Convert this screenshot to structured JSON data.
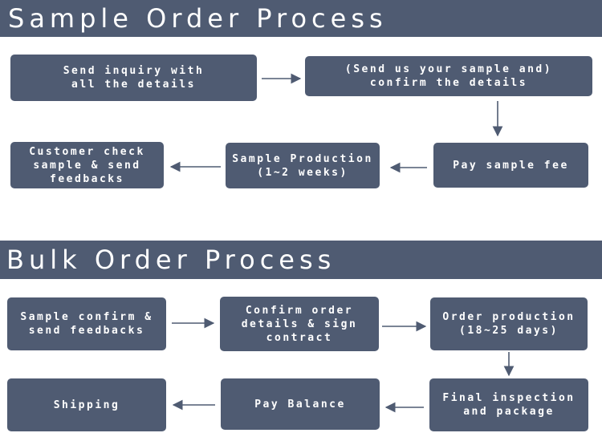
{
  "sample": {
    "title": "Sample Order Process",
    "steps": [
      "Send inquiry with\nall the details",
      "(Send us your sample and)\nconfirm the details",
      "Pay sample fee",
      "Sample Production\n(1~2 weeks)",
      "Customer check\nsample & send\nfeedbacks"
    ]
  },
  "bulk": {
    "title": "Bulk Order Process",
    "steps": [
      "Sample confirm &\nsend feedbacks",
      "Confirm order\ndetails & sign\ncontract",
      "Order production\n(18~25 days)",
      "Final inspection\nand package",
      "Pay Balance",
      "Shipping"
    ]
  },
  "colors": {
    "box": "#4f5b72",
    "banner": "#4f5b72",
    "arrow": "#4f5b72"
  }
}
